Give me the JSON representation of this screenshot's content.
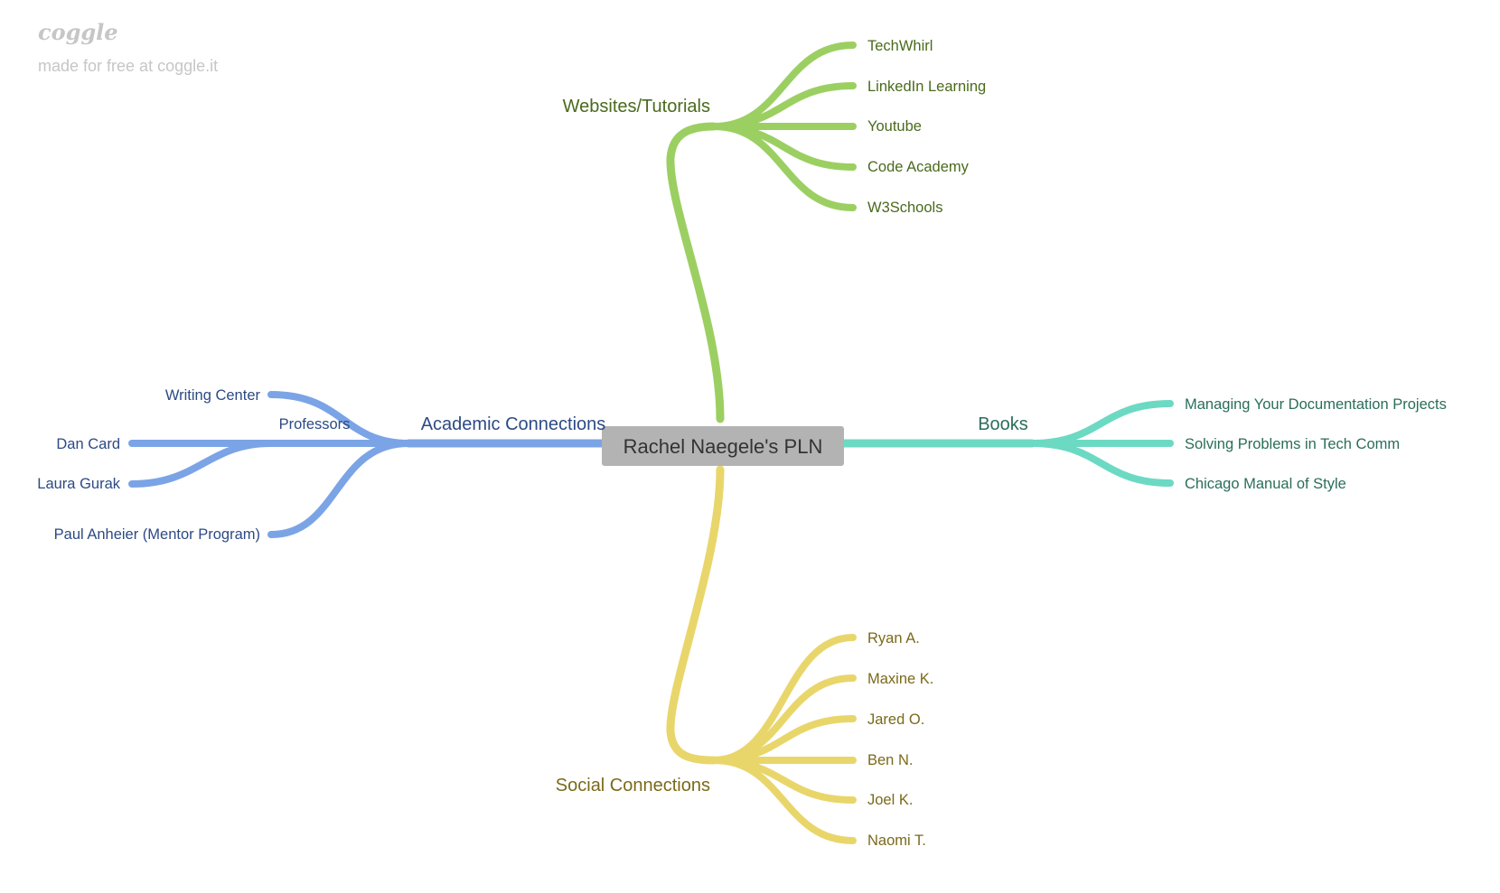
{
  "brand": {
    "logo": "coggle",
    "tagline": "made for free at coggle.it"
  },
  "root": {
    "label": "Rachel Naegele's PLN"
  },
  "colors": {
    "green": "#9ccf62",
    "green_text": "#4a6a1c",
    "teal": "#6cd9c3",
    "teal_text": "#2a6e5a",
    "blue": "#7ba4e6",
    "blue_text": "#2c4a84",
    "yellow": "#e9d66b",
    "yellow_text": "#7a6a1a",
    "root_bg": "#b3b3b3",
    "root_text": "#333333",
    "brand": "#c6c6c6"
  },
  "branches": {
    "websites": {
      "label": "Websites/Tutorials",
      "items": [
        "TechWhirl",
        "LinkedIn Learning",
        "Youtube",
        "Code Academy",
        "W3Schools"
      ]
    },
    "books": {
      "label": "Books",
      "items": [
        "Managing Your Documentation Projects",
        "Solving Problems in Tech Comm",
        "Chicago Manual of Style"
      ]
    },
    "academic": {
      "label": "Academic Connections",
      "writing_center": "Writing Center",
      "professors": {
        "label": "Professors",
        "items": [
          "Dan Card",
          "Laura Gurak"
        ]
      },
      "mentor": "Paul Anheier (Mentor Program)"
    },
    "social": {
      "label": "Social Connections",
      "items": [
        "Ryan A.",
        "Maxine K.",
        "Jared O.",
        "Ben N.",
        "Joel K.",
        "Naomi T."
      ]
    }
  }
}
